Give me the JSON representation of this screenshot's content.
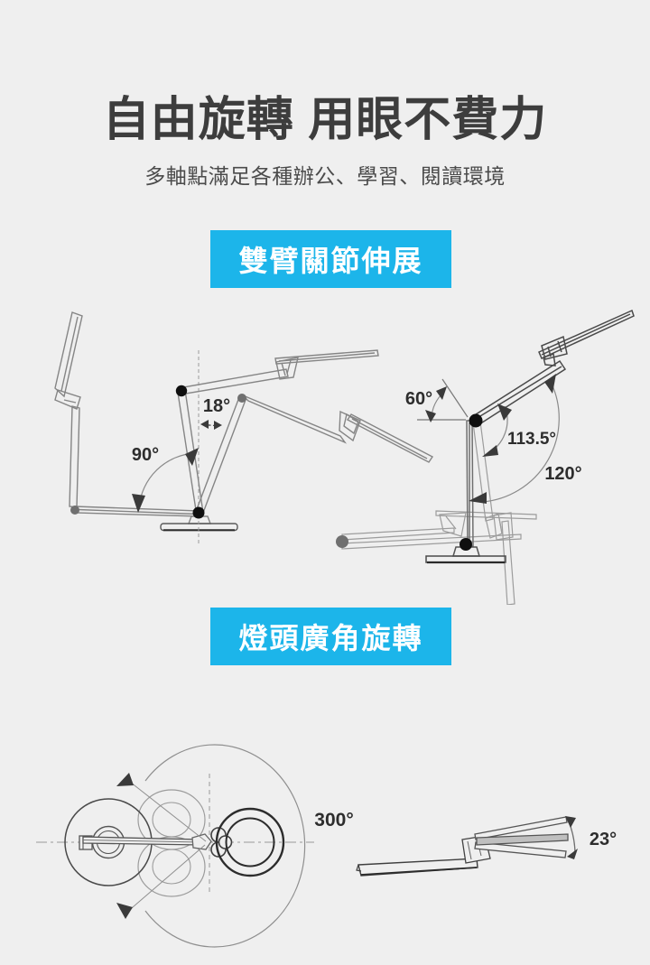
{
  "header": {
    "title": "自由旋轉 用眼不費力",
    "subtitle": "多軸點滿足各種辦公、學習、閱讀環境"
  },
  "sections": {
    "arm": {
      "badge": "雙臂關節伸展",
      "angles": {
        "arm_tilt": "18°",
        "lower_fold": "90°",
        "head_joint": "60°",
        "upper_joint": "113.5°",
        "arm_sweep": "120°"
      }
    },
    "head": {
      "badge": "燈頭廣角旋轉",
      "angles": {
        "base_rotation": "300°",
        "head_tilt": "23°"
      }
    }
  },
  "colors": {
    "background": "#efefef",
    "accent_blue": "#1cb5ea",
    "title_ink": "#3d3d3d",
    "line_gray": "#8a8a8a",
    "dark_line": "#4a4a4a",
    "annotation_ink": "#2d2d2d"
  }
}
